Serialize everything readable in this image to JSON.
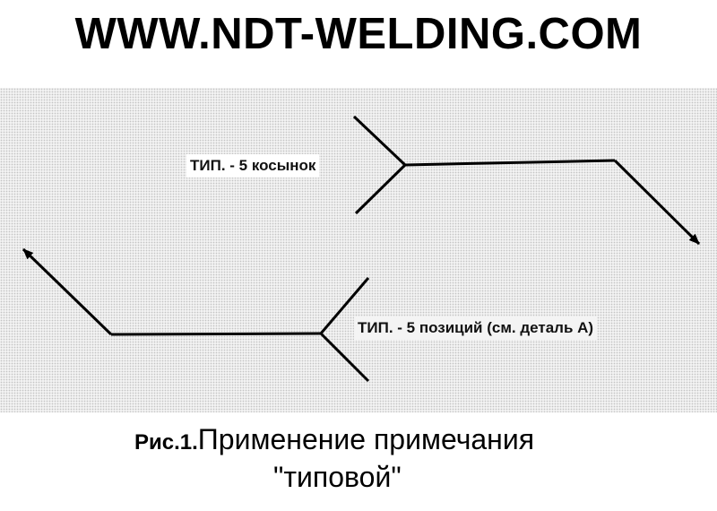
{
  "header": {
    "site": "WWW.NDT-WELDING.COM"
  },
  "diagram": {
    "top_symbol": {
      "label": "ТИП. - 5 косынок"
    },
    "bottom_symbol": {
      "label": "ТИП. - 5 позиций (см. деталь А)"
    },
    "line_color": "#000000"
  },
  "caption": {
    "prefix": "Рис.1.",
    "title": "Применение примечания",
    "title_line2": "\"типовой\""
  }
}
